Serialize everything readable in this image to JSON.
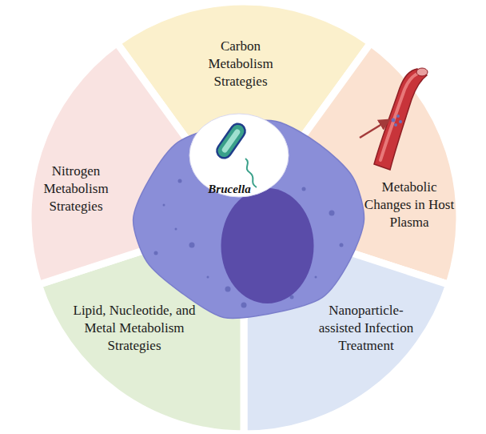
{
  "diagram": {
    "nodes": [
      {
        "text": [
          "Carbon Metabolism Strategies"
        ]
      },
      {
        "text": [
          "Metabolic Changes in Host Plasma"
        ]
      },
      {
        "text": [
          "Nanoparticle-assisted Infection Treatment"
        ]
      },
      {
        "text": [
          "Lipid, Nucleotide, and Metal Metabolism Strategies"
        ]
      },
      {
        "text": [
          "Nitrogen Metabolism Strategies"
        ]
      },
      {
        "text": [
          "Brucella"
        ]
      }
    ]
  }
}
